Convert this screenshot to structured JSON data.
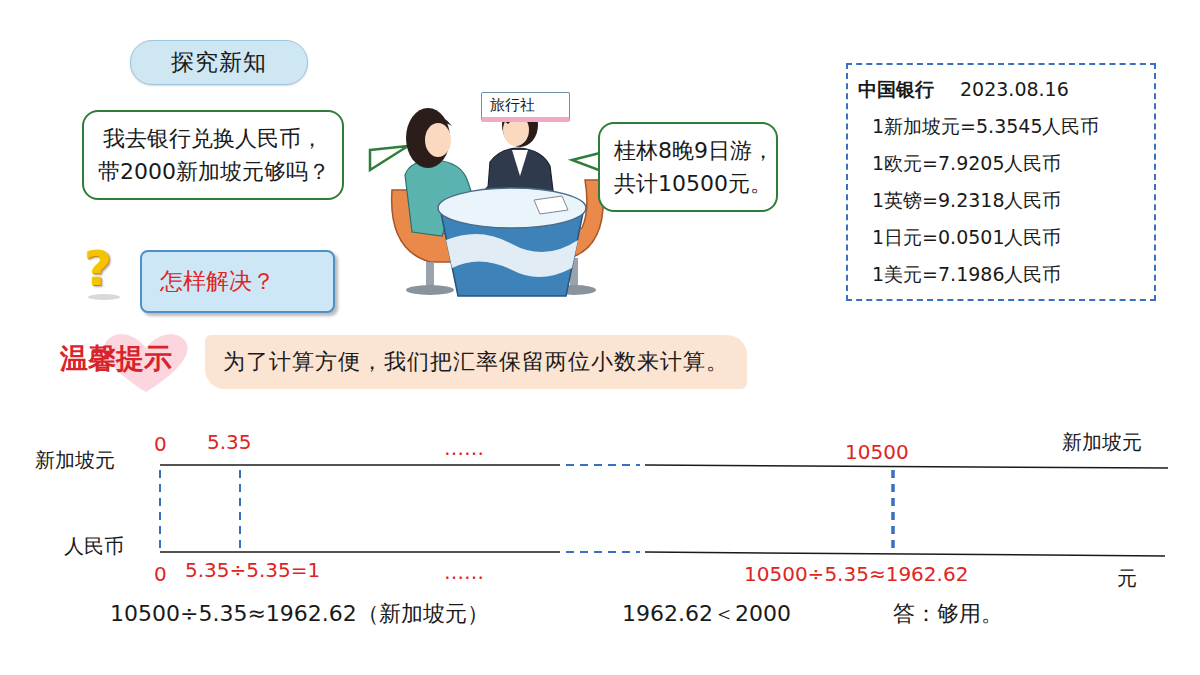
{
  "diagram": {
    "nodes": [
      {
        "text": [
          "探究新知"
        ]
      },
      {
        "text": [
          "我去银行兑换人民币， 带2000新加坡元够吗？"
        ]
      },
      {
        "text": [
          "旅行社"
        ]
      },
      {
        "text": [
          "桂林8晚9日游， 共计10500元。"
        ]
      },
      {
        "text": [
          "中国银行",
          "2023.08.16",
          "1新加坡元=5.3545人民币",
          "1欧元=7.9205人民币",
          "1英镑=9.2318人民币",
          "1日元=0.0501人民币",
          "1美元=7.1986人民币"
        ]
      },
      {
        "text": [
          "怎样解决？"
        ]
      },
      {
        "text": [
          "为了计算方便，我们把汇率保留两位小数来计算。"
        ]
      }
    ],
    "labels": [
      "?",
      "温馨提示",
      "新加坡元",
      "0",
      "5.35",
      "……",
      "10500",
      "新加坡元",
      "人民币",
      "0",
      "5.35÷5.35=1",
      "……",
      "10500÷5.35≈1962.62",
      "元",
      "10500÷5.35≈1962.62（新加坡元）",
      "1962.62＜2000",
      "答：够用。"
    ]
  }
}
